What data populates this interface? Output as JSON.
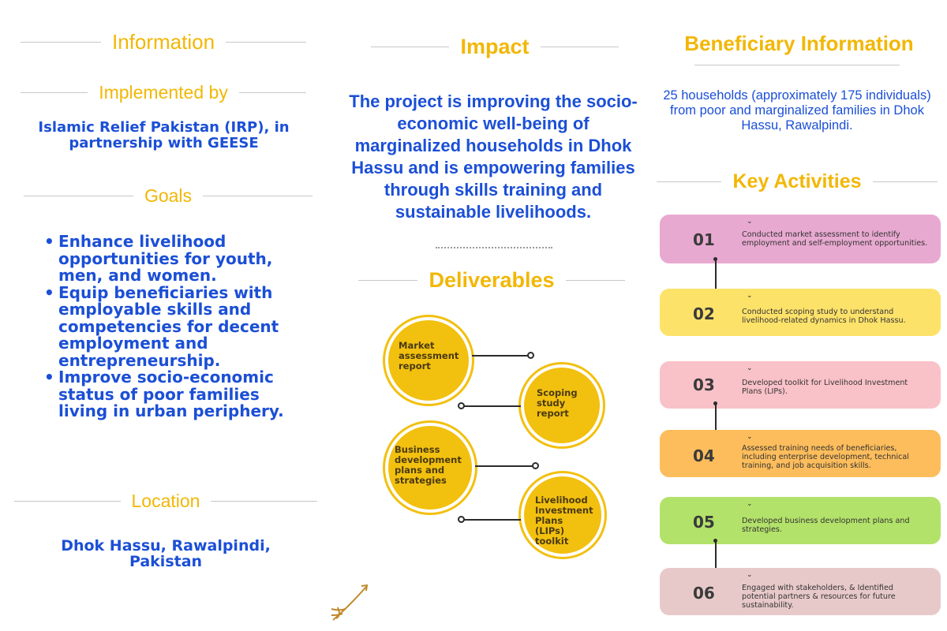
{
  "left": {
    "information_title": "Information",
    "implemented_title": "Implemented by",
    "implemented_text": "Islamic Relief Pakistan (IRP), in partnership with GEESE",
    "goals_title": "Goals",
    "goals": [
      "Enhance livelihood opportunities for youth, men, and women.",
      "Equip beneficiaries with employable skills and competencies for decent employment and entrepreneurship.",
      "Improve socio-economic status of poor families living in urban periphery."
    ],
    "location_title": "Location",
    "location_text": "Dhok Hassu, Rawalpindi, Pakistan"
  },
  "middle": {
    "impact_title": "Impact",
    "impact_text": "The project is improving the socio-economic well-being of marginalized households in Dhok Hassu and is empowering families through skills training and sustainable livelihoods.",
    "deliverables_title": "Deliverables",
    "deliverables": [
      "Market assessment report",
      "Scoping study report",
      "Business development plans and strategies",
      "Livelihood Investment Plans (LIPs) toolkit"
    ]
  },
  "right": {
    "beneficiary_title": "Beneficiary Information",
    "beneficiary_text": "25 households (approximately 175 individuals) from poor and marginalized families in Dhok Hassu, Rawalpindi.",
    "activities_title": "Key Activities",
    "activities": [
      {
        "num": "01",
        "text": "Conducted market assessment to identify employment and self-employment opportunities.",
        "color": "#e8a9d0"
      },
      {
        "num": "02",
        "text": "Conducted scoping study to understand livelihood-related dynamics in Dhok Hassu.",
        "color": "#fde26a"
      },
      {
        "num": "03",
        "text": "Developed toolkit for Livelihood Investment Plans (LIPs).",
        "color": "#f9c2c8"
      },
      {
        "num": "04",
        "text": "Assessed training needs of beneficiaries, including enterprise development, technical training, and job acquisition skills.",
        "color": "#fdbd5c"
      },
      {
        "num": "05",
        "text": "Developed business development plans and strategies.",
        "color": "#b3e26a"
      },
      {
        "num": "06",
        "text": "Engaged with stakeholders, & Identified potential partners & resources for future sustainability.",
        "color": "#e8c9c9"
      }
    ]
  },
  "icons": {
    "chevron": "chevron-down-icon",
    "decoration": "trident-arrow-icon"
  }
}
